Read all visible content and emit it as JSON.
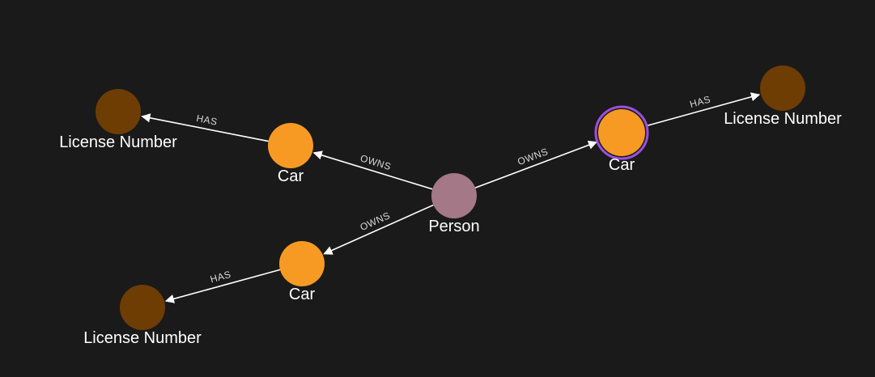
{
  "colors": {
    "background": "#1a1a1a",
    "person": "#a47887",
    "car": "#f79a23",
    "license": "#6e3d04",
    "selection": "#9b4fe0",
    "edge": "#ffffff"
  },
  "nodes": [
    {
      "id": "person",
      "label": "Person",
      "type": "person",
      "selected": false
    },
    {
      "id": "car_top_left",
      "label": "Car",
      "type": "car",
      "selected": false
    },
    {
      "id": "car_bottom",
      "label": "Car",
      "type": "car",
      "selected": false
    },
    {
      "id": "car_right",
      "label": "Car",
      "type": "car",
      "selected": true
    },
    {
      "id": "lic_top_left",
      "label": "License Number",
      "type": "license",
      "selected": false
    },
    {
      "id": "lic_bottom",
      "label": "License Number",
      "type": "license",
      "selected": false
    },
    {
      "id": "lic_right",
      "label": "License Number",
      "type": "license",
      "selected": false
    }
  ],
  "edges": [
    {
      "id": "e1",
      "source": "person",
      "target": "car_top_left",
      "label": "OWNS"
    },
    {
      "id": "e2",
      "source": "person",
      "target": "car_bottom",
      "label": "OWNS"
    },
    {
      "id": "e3",
      "source": "person",
      "target": "car_right",
      "label": "OWNS"
    },
    {
      "id": "e4",
      "source": "car_top_left",
      "target": "lic_top_left",
      "label": "HAS"
    },
    {
      "id": "e5",
      "source": "car_bottom",
      "target": "lic_bottom",
      "label": "HAS"
    },
    {
      "id": "e6",
      "source": "car_right",
      "target": "lic_right",
      "label": "HAS"
    }
  ]
}
